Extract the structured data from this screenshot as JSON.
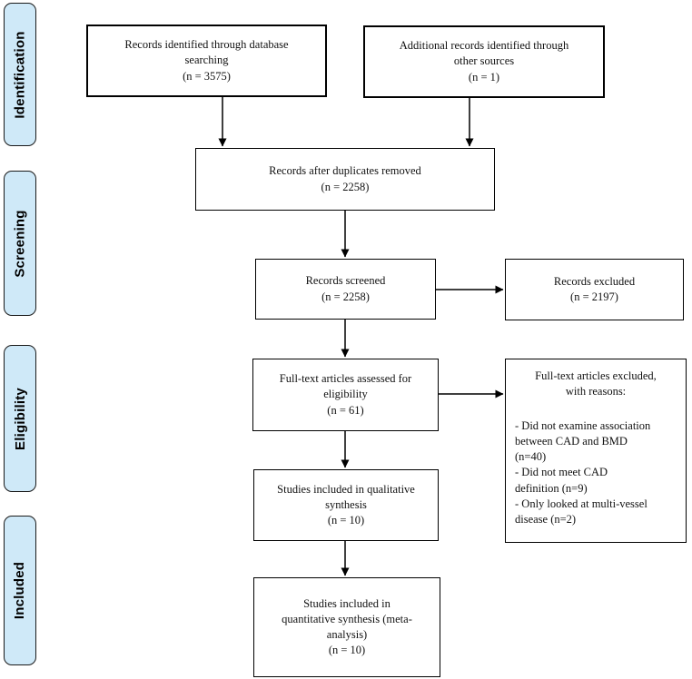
{
  "colors": {
    "stage_fill": "#cfe9f8",
    "stage_border": "#1a1a1a",
    "box_border": "#000000",
    "arrow": "#000000",
    "text": "#111111"
  },
  "sidebar": {
    "items": [
      {
        "label": "Identification"
      },
      {
        "label": "Screening"
      },
      {
        "label": "Eligibility"
      },
      {
        "label": "Included"
      }
    ]
  },
  "flow": {
    "identification": {
      "database_box": "Records identified through database\nsearching\n(n = 3575)",
      "other_sources_box": "Additional records identified through\nother sources\n(n = 1)"
    },
    "screening": {
      "after_duplicates_box": "Records after duplicates removed\n(n = 2258)",
      "screened_box": "Records screened\n(n = 2258)",
      "excluded_box": "Records excluded\n(n = 2197)"
    },
    "eligibility": {
      "assessed_box": "Full-text articles assessed for\neligibility\n(n = 61)",
      "excluded_box_title": "Full-text articles excluded,\nwith reasons:",
      "excluded_box_reasons": "- Did not examine association\nbetween CAD and BMD\n(n=40)\n- Did not meet CAD\ndefinition (n=9)\n- Only looked at multi-vessel\ndisease (n=2)"
    },
    "included": {
      "qualitative_box": "Studies included in qualitative\nsynthesis\n(n = 10)",
      "quantitative_box": "Studies included in\nquantitative synthesis (meta-\nanalysis)\n(n = 10)"
    }
  }
}
